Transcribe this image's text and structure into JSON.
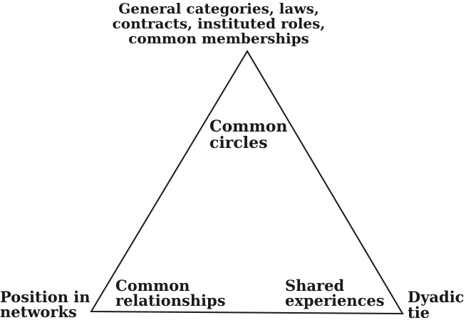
{
  "diagram": {
    "apex_label": [
      "General categories, laws,",
      "contracts, instituted roles,",
      "common memberships"
    ],
    "inner_top": [
      "Common",
      "circles"
    ],
    "inner_left": [
      "Common",
      "relationships"
    ],
    "inner_right": [
      "Shared",
      "experiences"
    ],
    "corner_left": [
      "Position in",
      "networks"
    ],
    "corner_right": [
      "Dyadic",
      "tie"
    ],
    "colors": {
      "stroke": "#1a1a1a",
      "text": "#1a1a1a",
      "background": "#ffffff"
    }
  }
}
